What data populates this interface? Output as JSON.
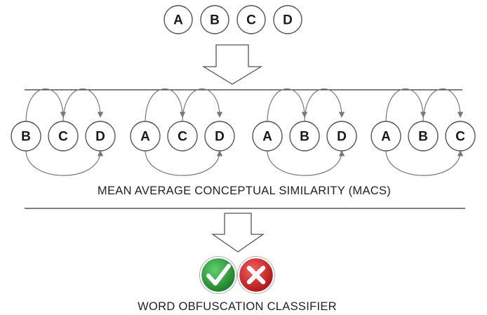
{
  "top_nodes": [
    "A",
    "B",
    "C",
    "D"
  ],
  "groups": [
    {
      "nodes": [
        "B",
        "C",
        "D"
      ]
    },
    {
      "nodes": [
        "A",
        "C",
        "D"
      ]
    },
    {
      "nodes": [
        "A",
        "B",
        "D"
      ]
    },
    {
      "nodes": [
        "A",
        "B",
        "C"
      ]
    }
  ],
  "labels": {
    "macs": "MEAN AVERAGE CONCEPTUAL SIMILARITY (MACS)",
    "classifier": "WORD OBFUSCATION CLASSIFIER"
  },
  "icons": {
    "check": "check-circle-icon",
    "cross": "cross-circle-icon"
  },
  "colors": {
    "check_green": "#2e9e3c",
    "cross_red": "#d42a2a"
  }
}
